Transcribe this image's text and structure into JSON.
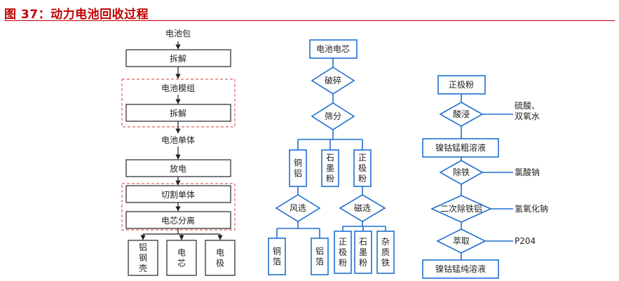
{
  "figure": {
    "title": "图 37：动力电池回收过程"
  },
  "colors": {
    "title": "#c00000",
    "blue": "#1f6fd0",
    "dashed": "#e06060",
    "ink": "#222222"
  },
  "left_flow": {
    "pack": "电池包",
    "disassemble_1": "拆解",
    "module": "电池模组",
    "disassemble_2": "拆解",
    "cell": "电池单体",
    "discharge": "放电",
    "cut_cell": "切割单体",
    "core_separation": "电芯分离",
    "outputs": [
      "铝钢壳",
      "电芯",
      "电极"
    ]
  },
  "middle_flow": {
    "start": "电池电芯",
    "crush": "破碎",
    "sieve": "筛分",
    "products": [
      "铜铝",
      "石墨粉",
      "正极粉"
    ],
    "wind_sort": "风选",
    "magnetic_sort": "磁选",
    "wind_outputs": [
      "铜箔",
      "铝箔"
    ],
    "magnetic_outputs": [
      "正极粉",
      "石墨粉",
      "杂质铁"
    ]
  },
  "right_flow": {
    "start": "正极粉",
    "acid_leach": "酸浸",
    "reagent_1": "硫酸、双氧水",
    "crude_solution": "镍钴锰粗溶液",
    "iron_removal": "除铁",
    "reagent_2": "氯酸钠",
    "iron_al_removal": "二次除铁铝",
    "reagent_3": "氢氧化钠",
    "extraction": "萃取",
    "reagent_4": "P204",
    "pure_solution": "镍钴锰纯溶液"
  }
}
